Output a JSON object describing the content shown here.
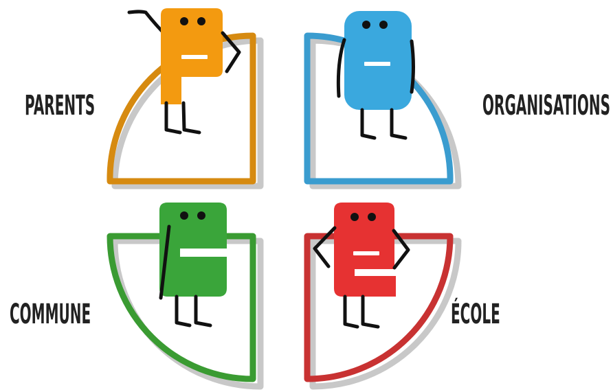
{
  "labels": {
    "parents": "PARENTS",
    "organisations": "ORGANISATIONS",
    "commune": "COMMUNE",
    "ecole": "ÉCOLE"
  },
  "colors": {
    "parents": "#f39a10",
    "parents_outline": "#d68a10",
    "organisations": "#3aa8de",
    "organisations_outline": "#3a9ccf",
    "commune": "#3aa53a",
    "commune_outline": "#3a9b32",
    "ecole": "#e63232",
    "ecole_outline": "#c83232",
    "ink": "#111111",
    "shadow": "#c8c8c8"
  }
}
